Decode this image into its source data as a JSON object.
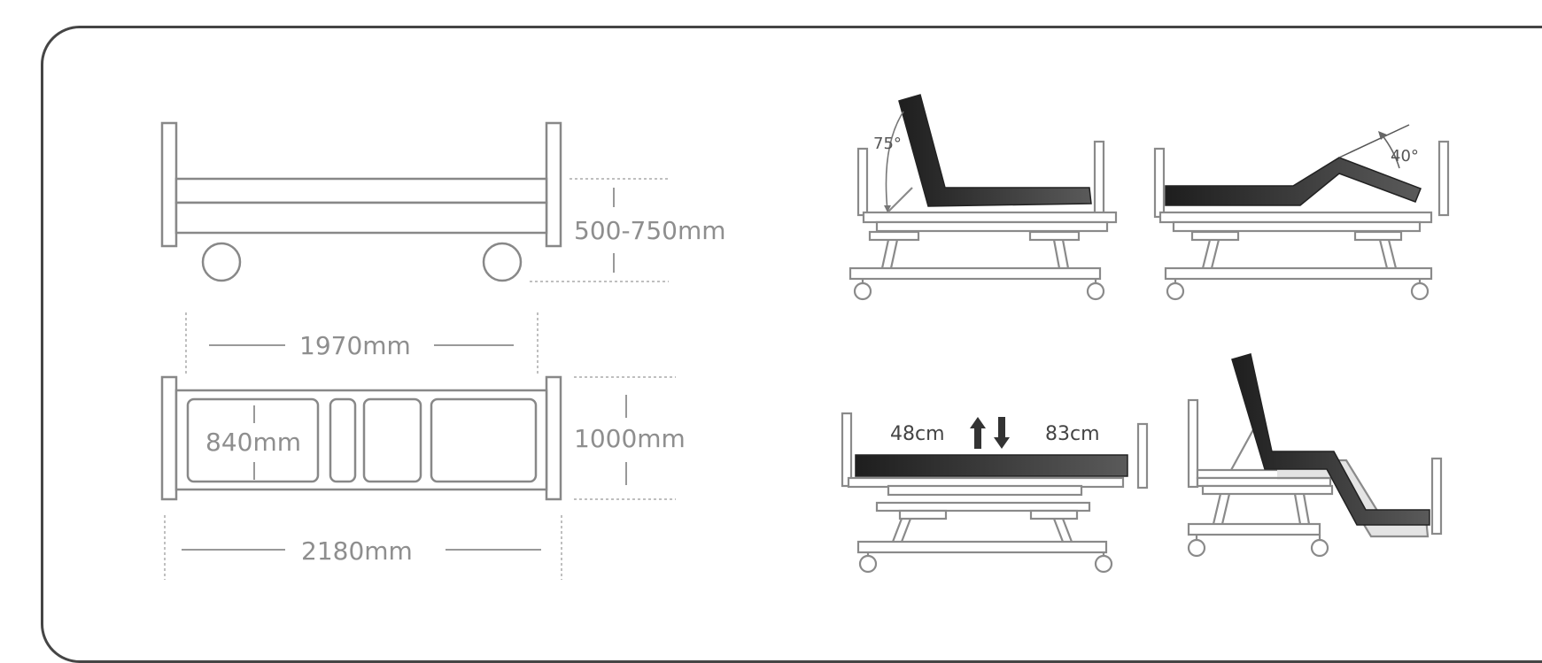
{
  "dimensions": {
    "height_range": "500-750mm",
    "inner_length": "1970mm",
    "inner_width": "840mm",
    "head_height": "1000mm",
    "total_length": "2180mm"
  },
  "positions": {
    "backrest_angle": "75°",
    "leg_angle": "40°",
    "min_height": "48cm",
    "max_height": "83cm"
  },
  "colors": {
    "line": "#8a8a8a",
    "mattress": "#3a3a3a",
    "border": "#454545"
  }
}
